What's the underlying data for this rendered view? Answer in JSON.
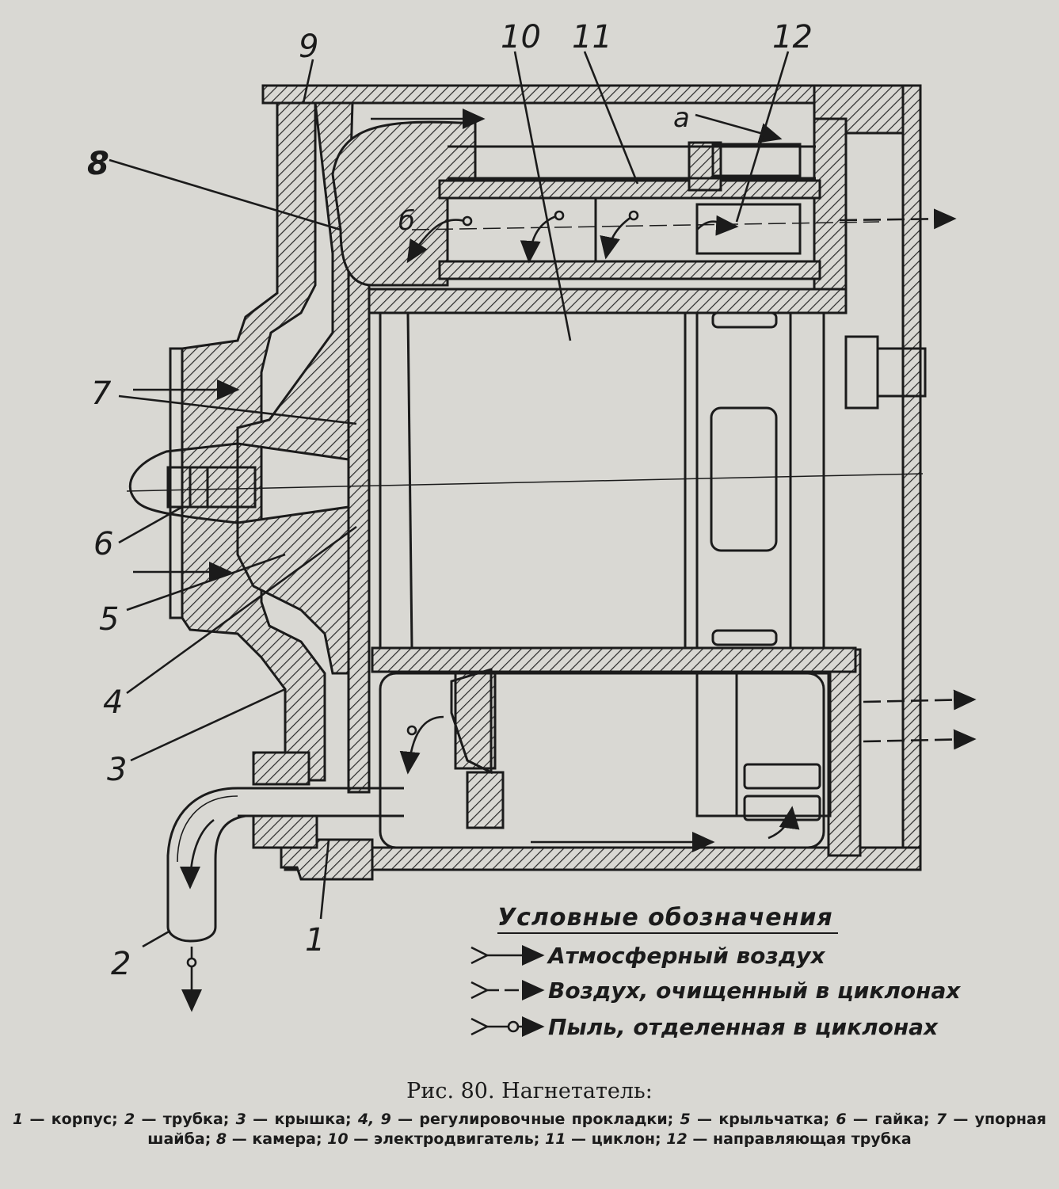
{
  "callouts": {
    "c1": "1",
    "c2": "2",
    "c3": "3",
    "c4": "4",
    "c5": "5",
    "c6": "6",
    "c7": "7",
    "c8": "8",
    "c9": "9",
    "c10": "10",
    "c11": "11",
    "c12": "12",
    "ca": "а",
    "cb": "б"
  },
  "legend": {
    "title": "Условные обозначения",
    "items": [
      "Атмосферный воздух",
      "Воздух, очищенный в циклонах",
      "Пыль, отделенная в циклонах"
    ]
  },
  "caption": {
    "title": "Рис. 80. Нагнетатель:",
    "parts": [
      {
        "num": "1",
        "text": "корпус;"
      },
      {
        "num": "2",
        "text": "трубка;"
      },
      {
        "num": "3",
        "text": "крышка;"
      },
      {
        "num": "4, 9",
        "text": "регулировочные прокладки;"
      },
      {
        "num": "5",
        "text": "крыльчатка;"
      },
      {
        "num": "6",
        "text": "гайка;"
      },
      {
        "num": "7",
        "text": "упорная шайба;"
      },
      {
        "num": "8",
        "text": "камера;"
      },
      {
        "num": "10",
        "text": "электродвигатель;"
      },
      {
        "num": "11",
        "text": "циклон;"
      },
      {
        "num": "12",
        "text": "направляющая трубка"
      }
    ]
  },
  "colors": {
    "paper": "#d9d8d3",
    "ink": "#1b1b1b"
  }
}
